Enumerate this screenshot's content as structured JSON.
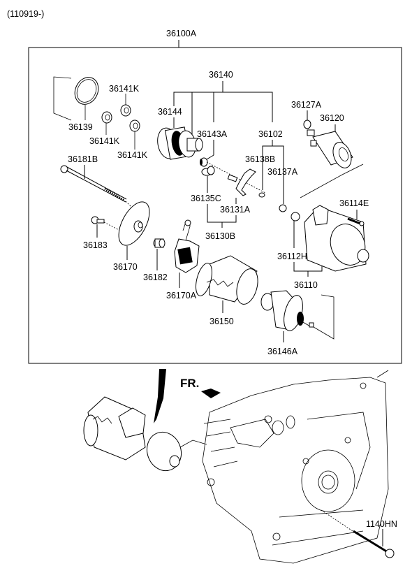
{
  "diagram": {
    "date_code": "(110919-)",
    "assembly_label": "36100A",
    "direction_label": "FR.",
    "parts": [
      {
        "id": "36140",
        "label": "36140"
      },
      {
        "id": "36144",
        "label": "36144"
      },
      {
        "id": "36143A",
        "label": "36143A"
      },
      {
        "id": "36102",
        "label": "36102"
      },
      {
        "id": "36138B",
        "label": "36138B"
      },
      {
        "id": "36137A",
        "label": "36137A"
      },
      {
        "id": "36127A",
        "label": "36127A"
      },
      {
        "id": "36120",
        "label": "36120"
      },
      {
        "id": "36139",
        "label": "36139"
      },
      {
        "id": "36141K-top",
        "label": "36141K"
      },
      {
        "id": "36141K-mid",
        "label": "36141K"
      },
      {
        "id": "36141K-low",
        "label": "36141K"
      },
      {
        "id": "36181B",
        "label": "36181B"
      },
      {
        "id": "36135C",
        "label": "36135C"
      },
      {
        "id": "36131A",
        "label": "36131A"
      },
      {
        "id": "36130B",
        "label": "36130B"
      },
      {
        "id": "36114E",
        "label": "36114E"
      },
      {
        "id": "36183",
        "label": "36183"
      },
      {
        "id": "36170",
        "label": "36170"
      },
      {
        "id": "36182",
        "label": "36182"
      },
      {
        "id": "36170A",
        "label": "36170A"
      },
      {
        "id": "36112H",
        "label": "36112H"
      },
      {
        "id": "36110",
        "label": "36110"
      },
      {
        "id": "36150",
        "label": "36150"
      },
      {
        "id": "36146A",
        "label": "36146A"
      },
      {
        "id": "1140HN",
        "label": "1140HN"
      }
    ]
  }
}
